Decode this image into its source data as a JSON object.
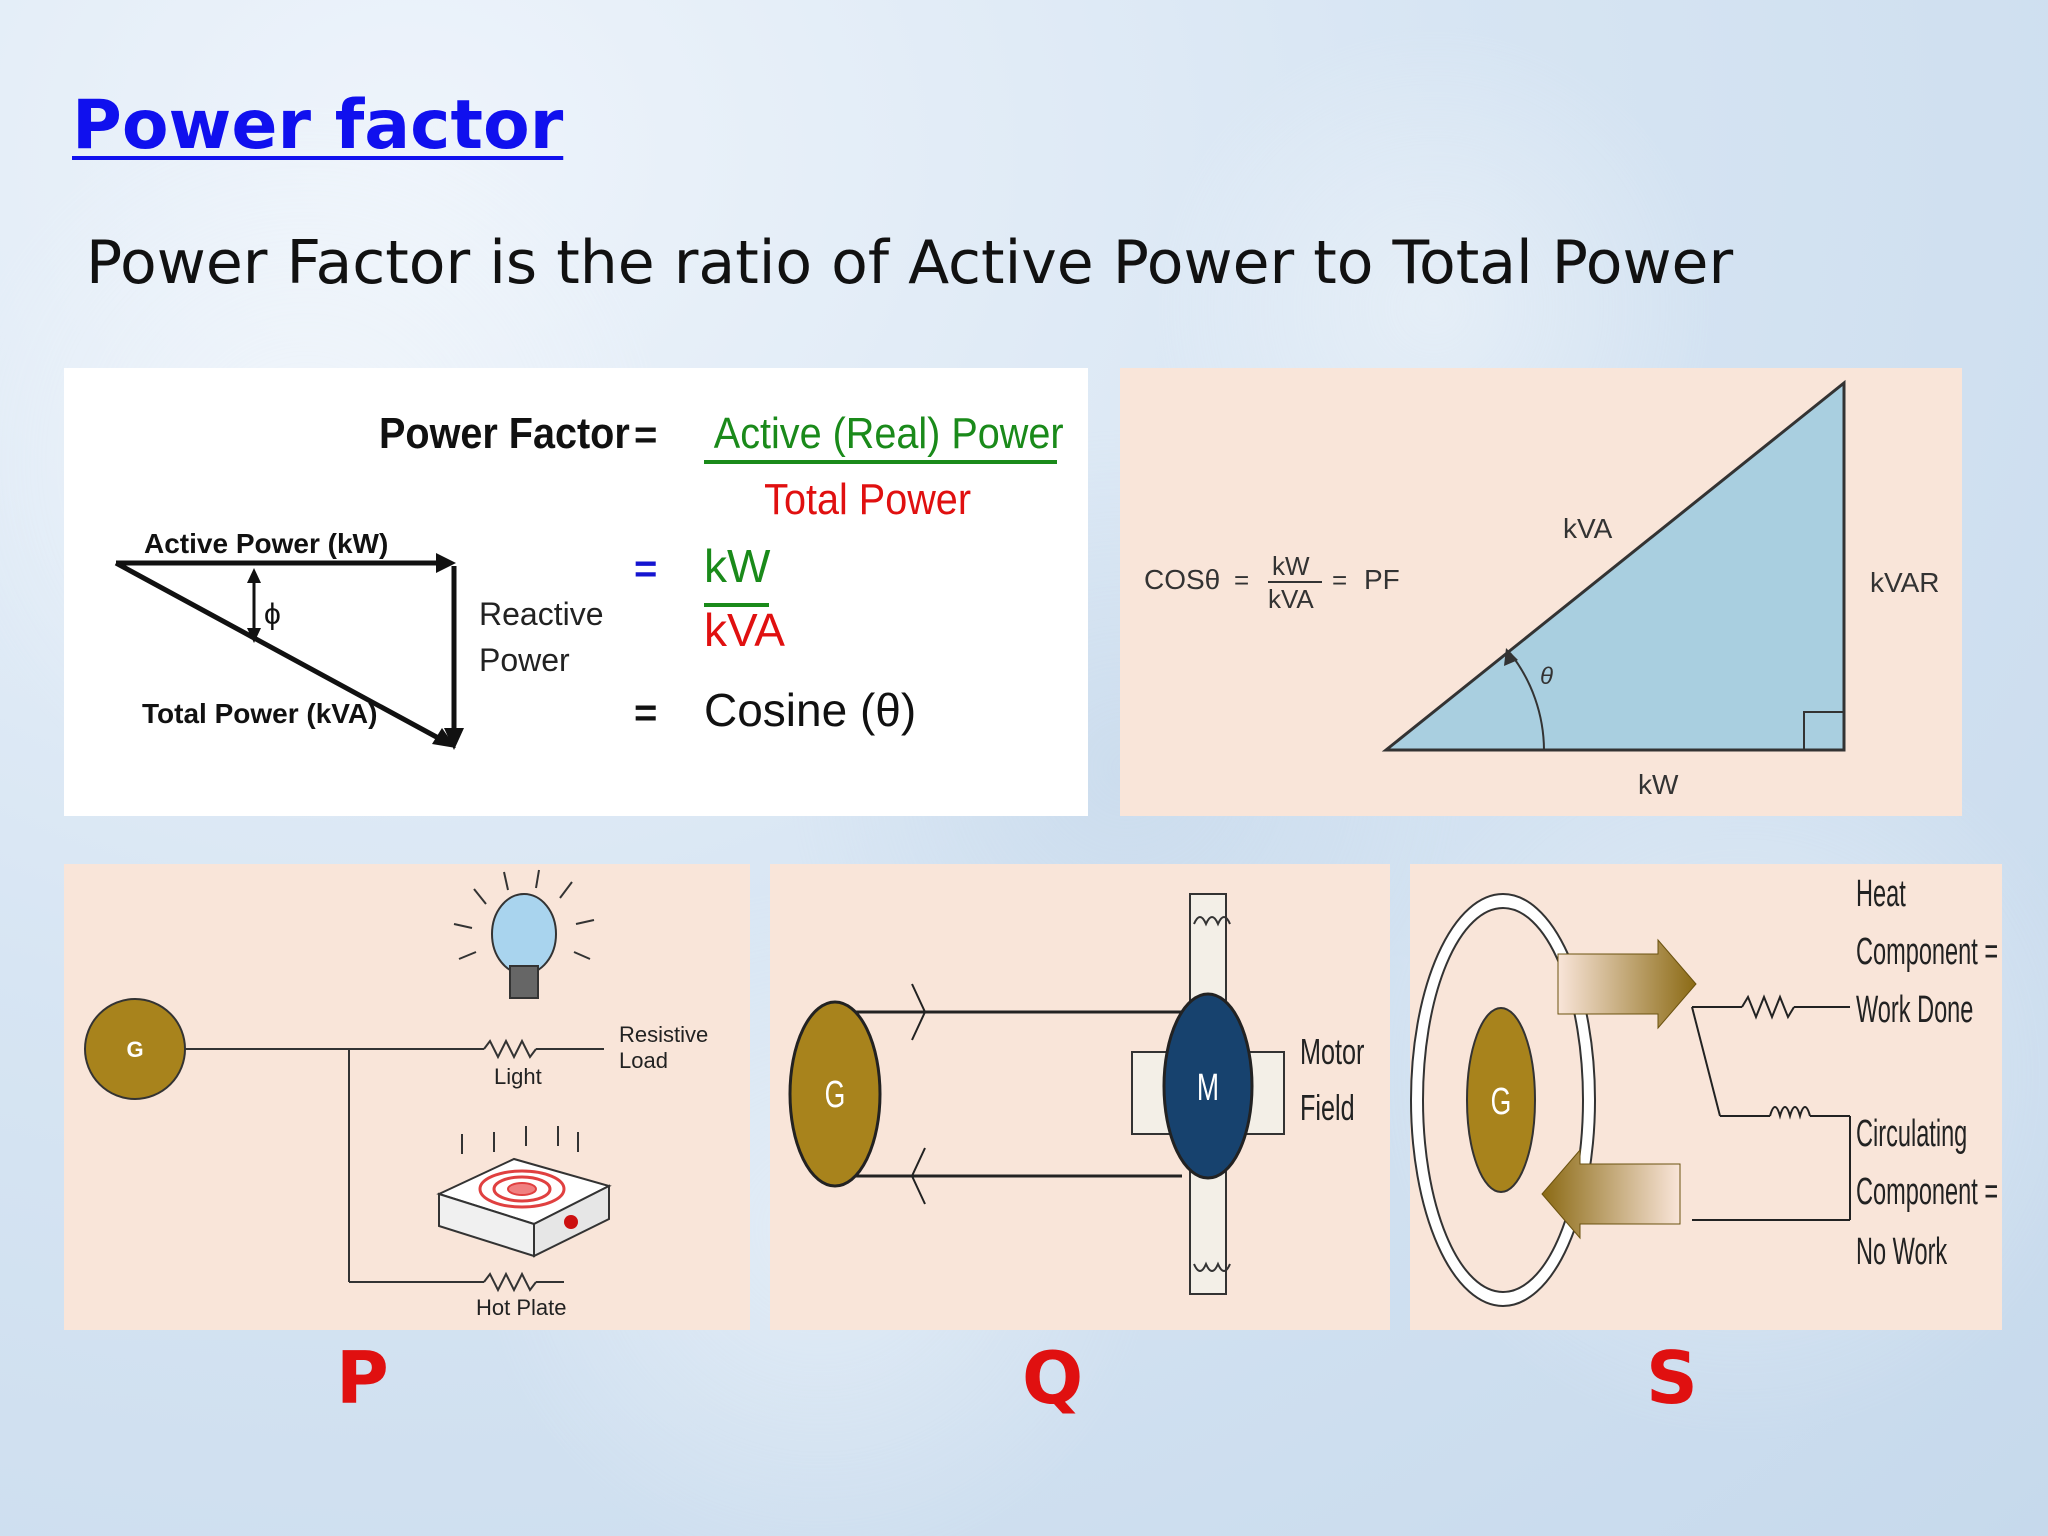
{
  "slide": {
    "title": "Power factor",
    "subtitle": "Power Factor is the ratio of Active Power to Total Power"
  },
  "formula_panel": {
    "lhs": "Power Factor",
    "eq1": "=",
    "numerator": "Active (Real) Power",
    "denominator": "Total Power",
    "eq2": "=",
    "kw": "kW",
    "kva": "kVA",
    "eq3": "=",
    "cosine": "Cosine (θ)",
    "active_power_label": "Active Power (kW)",
    "total_power_label": "Total Power (kVA)",
    "reactive_line1": "Reactive",
    "reactive_line2": "Power",
    "phi": "ϕ",
    "colors": {
      "green": "#1a8a1a",
      "red": "#e01010",
      "blue": "#1515d0"
    }
  },
  "triangle_panel": {
    "cos_label": "COSθ",
    "eq": "=",
    "frac_num": "kW",
    "frac_den": "kVA",
    "eq2": "=",
    "pf": "PF",
    "hyp_label": "kVA",
    "side_label": "kVAR",
    "base_label": "kW",
    "angle_label": "θ",
    "colors": {
      "fill": "#a9cfe0",
      "bg": "#f9e5d9"
    }
  },
  "p_panel": {
    "generator": "G",
    "light": "Light",
    "resistive1": "Resistive",
    "resistive2": "Load",
    "hot_plate": "Hot Plate"
  },
  "q_panel": {
    "generator": "G",
    "motor": "M",
    "motor_field1": "Motor",
    "motor_field2": "Field"
  },
  "s_panel": {
    "generator": "G",
    "heat1": "Heat",
    "heat2": "Component =",
    "heat3": "Work Done",
    "circ1": "Circulating",
    "circ2": "Component =",
    "circ3": "No Work"
  },
  "letters": {
    "p": "P",
    "q": "Q",
    "s": "S"
  }
}
